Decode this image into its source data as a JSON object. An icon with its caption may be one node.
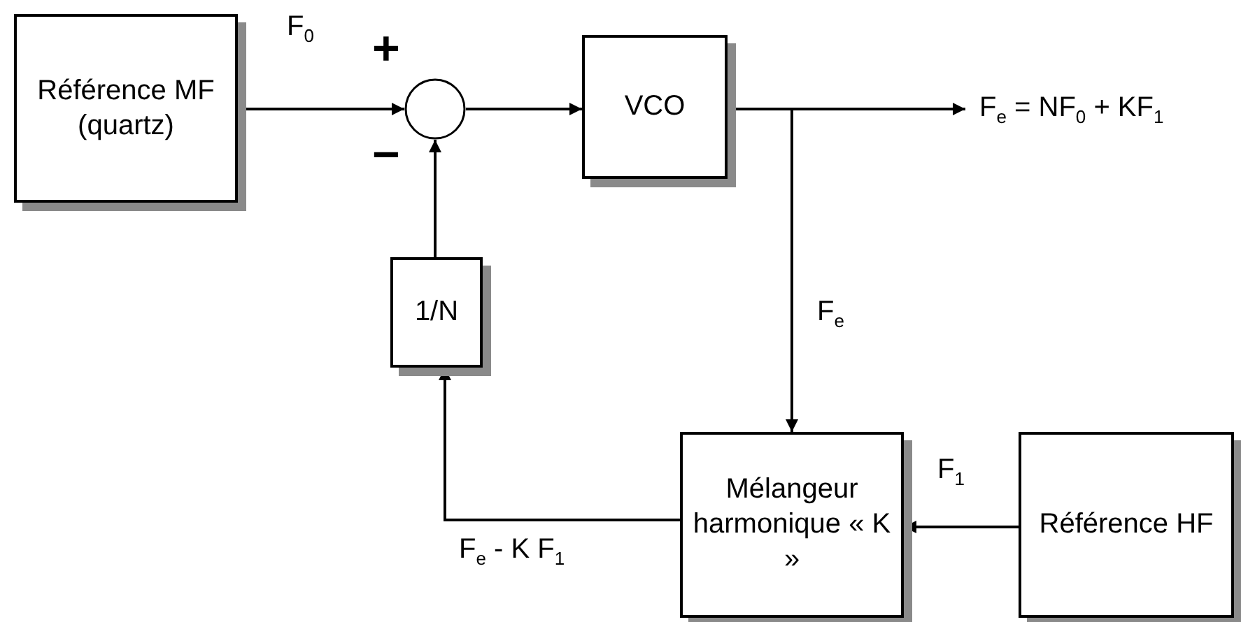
{
  "diagram": {
    "nodes": [
      {
        "text": [
          "Référence MF (quartz)"
        ]
      },
      {
        "text": [],
        "shape": "circle",
        "beside": [
          "+",
          "−"
        ]
      },
      {
        "text": [
          "VCO"
        ]
      },
      {
        "text": [
          "F$_{e}$ = NF$_{0}$ + KF$_{1}$"
        ]
      },
      {
        "text": [
          "1/N"
        ]
      },
      {
        "text": [
          "Mélangeur harmonique « K »"
        ]
      },
      {
        "text": [
          "Référence HF"
        ]
      }
    ],
    "edges": [
      {
        "from": 0,
        "to": 1,
        "arrow": "to",
        "label": "F$_{0}$"
      },
      {
        "from": 1,
        "to": 2,
        "arrow": "to"
      },
      {
        "from": 2,
        "to": 3,
        "arrow": "to"
      },
      {
        "from": 2,
        "to": 5,
        "arrow": "to",
        "label": "F$_{e}$"
      },
      {
        "from": 6,
        "to": 5,
        "arrow": "to",
        "label": "F$_{1}$"
      },
      {
        "from": 5,
        "to": 4,
        "arrow": "to",
        "label": "F$_{e}$ - K F$_{1}$"
      },
      {
        "from": 4,
        "to": 1,
        "arrow": "to"
      }
    ]
  }
}
